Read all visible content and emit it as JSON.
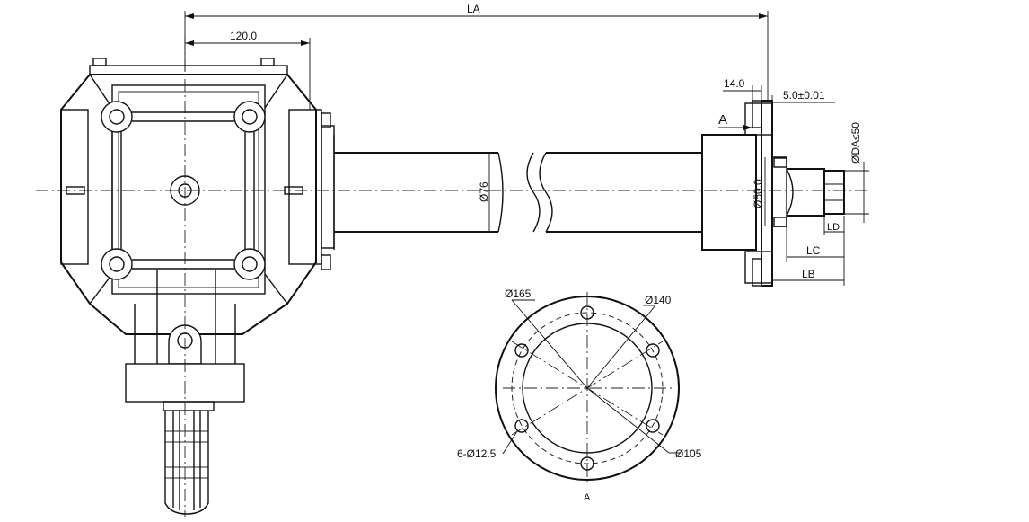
{
  "dimensions": {
    "la": "LA",
    "d120": "120.0",
    "d14": "14.0",
    "tol5": "5.0±0.01",
    "section": "A",
    "dia_da": "ØDA≤50",
    "dia50": "Ø50.0",
    "dia76": "Ø76",
    "ld": "LD",
    "lc": "LC",
    "lb": "LB"
  },
  "flange": {
    "dia165": "Ø165",
    "dia140": "Ø140",
    "dia105": "Ø105",
    "holes": "6-Ø12.5",
    "view": "A"
  }
}
